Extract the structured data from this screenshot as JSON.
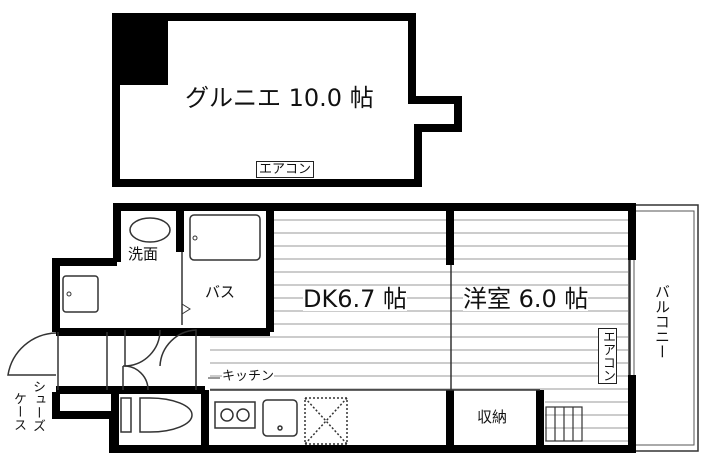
{
  "floorplan": {
    "loft": {
      "label": "グルニエ 10.0 帖",
      "aircon": "エアコン"
    },
    "rooms": {
      "washroom": "洗面",
      "bath": "バス",
      "dk": "DK6.7 帖",
      "western_room": "洋室 6.0 帖",
      "balcony": "バルコニー",
      "aircon": "エアコン",
      "kitchen": "キッチン",
      "storage": "収納",
      "shoe_case_line1": "シューズ",
      "shoe_case_line2": "ケース"
    }
  }
}
